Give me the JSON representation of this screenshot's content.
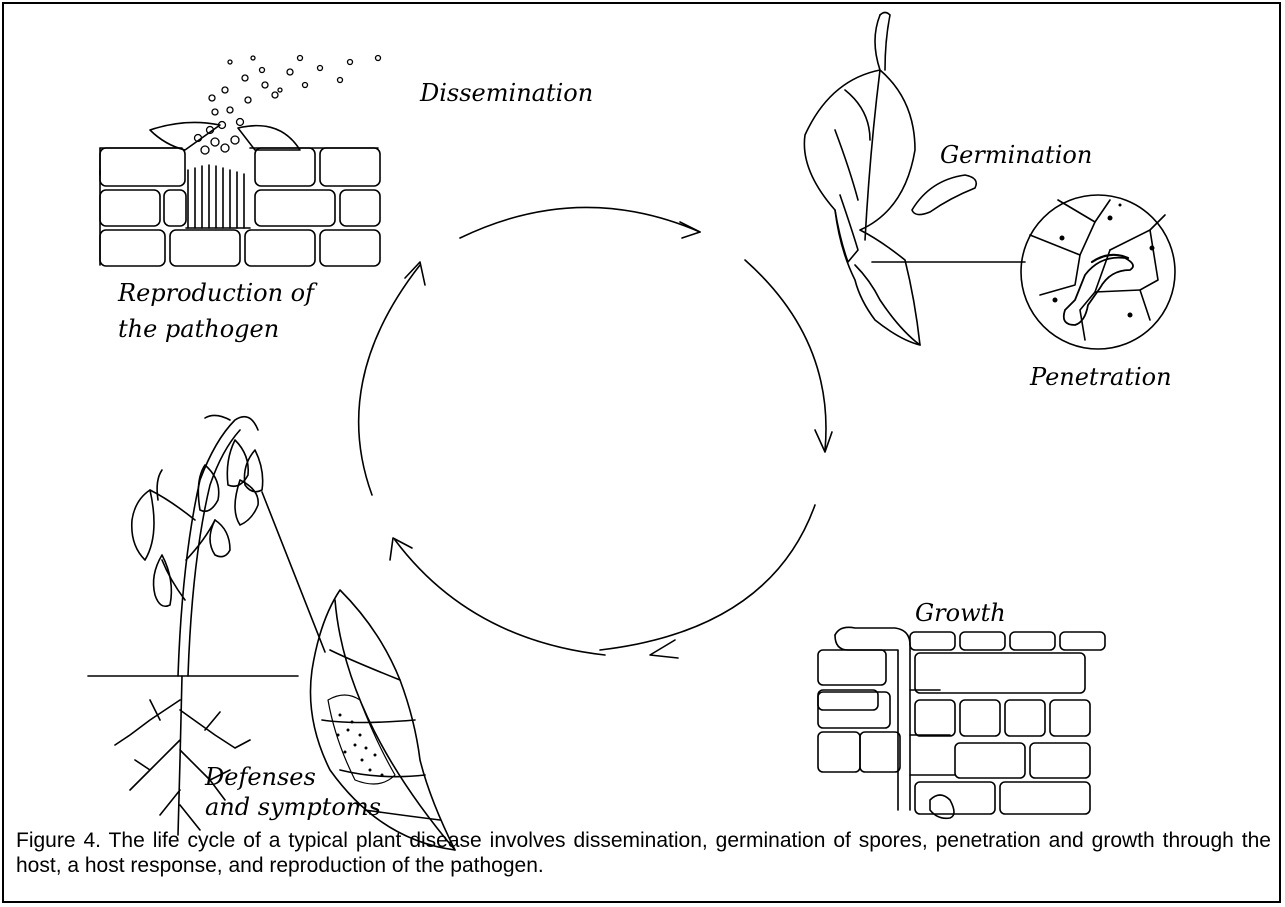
{
  "diagram": {
    "labels": {
      "dissemination": "Dissemination",
      "germination": "Germination",
      "penetration": "Penetration",
      "growth": "Growth",
      "defenses_line1": "Defenses",
      "defenses_line2": "and symptoms",
      "reproduction_line1": "Reproduction of",
      "reproduction_line2": "the pathogen"
    },
    "cycle_direction": "clockwise"
  },
  "caption": "Figure 4.  The life cycle of a typical plant disease involves dissemination, germination of spores, penetration and growth through the host, a host response, and reproduction of the pathogen."
}
